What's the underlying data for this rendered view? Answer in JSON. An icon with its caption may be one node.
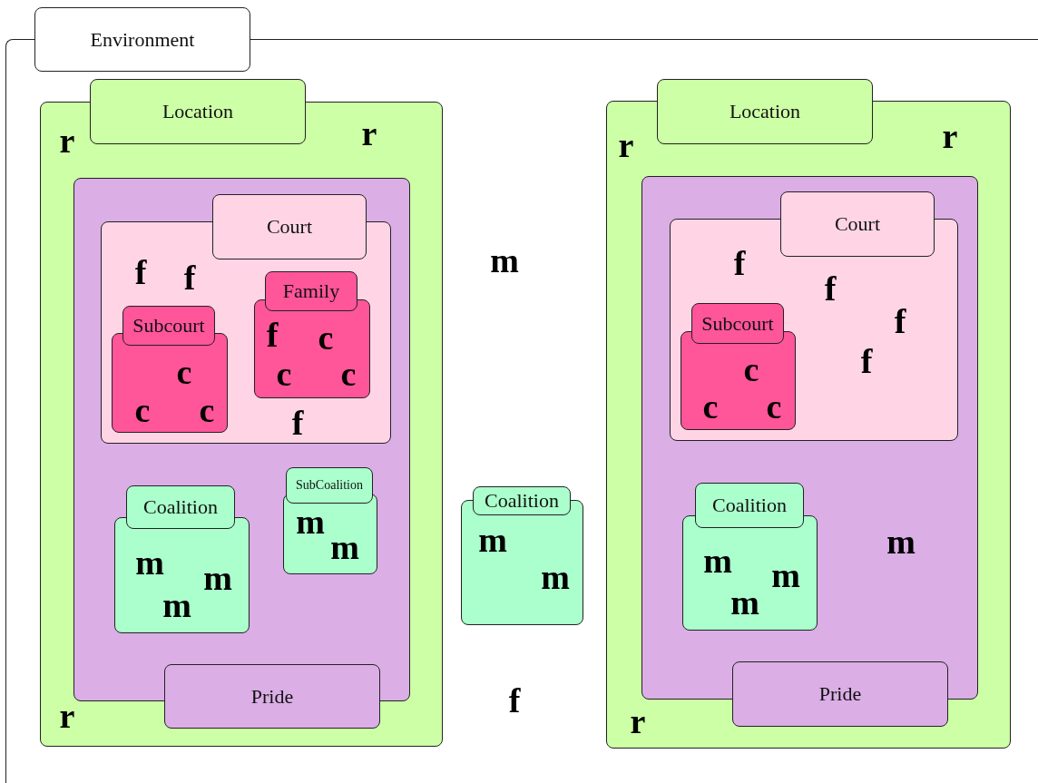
{
  "diagram": {
    "nodes": [
      {
        "text": [
          "Environment",
          "m",
          "f"
        ]
      },
      {
        "text": [
          "Location",
          "r",
          "r",
          "r"
        ],
        "in": 0
      },
      {
        "text": [
          "Pride"
        ],
        "in": 1
      },
      {
        "text": [
          "Court",
          "f",
          "f",
          "f"
        ],
        "in": 2
      },
      {
        "text": [
          "Subcourt",
          "c",
          "c",
          "c"
        ],
        "in": 3
      },
      {
        "text": [
          "Family",
          "f",
          "c",
          "c",
          "c"
        ],
        "in": 3
      },
      {
        "text": [
          "Coalition",
          "m",
          "m",
          "m"
        ],
        "in": 2
      },
      {
        "text": [
          "SubCoalition",
          "m",
          "m"
        ],
        "in": 2
      },
      {
        "text": [
          "Coalition",
          "m",
          "m"
        ],
        "in": 0
      },
      {
        "text": [
          "Location",
          "r",
          "r",
          "r"
        ],
        "in": 0
      },
      {
        "text": [
          "Pride",
          "m"
        ],
        "in": 9
      },
      {
        "text": [
          "Court",
          "f",
          "f",
          "f",
          "f"
        ],
        "in": 10
      },
      {
        "text": [
          "Subcourt",
          "c",
          "c",
          "c"
        ],
        "in": 11
      },
      {
        "text": [
          "Coalition",
          "m",
          "m",
          "m"
        ],
        "in": 10
      }
    ]
  }
}
